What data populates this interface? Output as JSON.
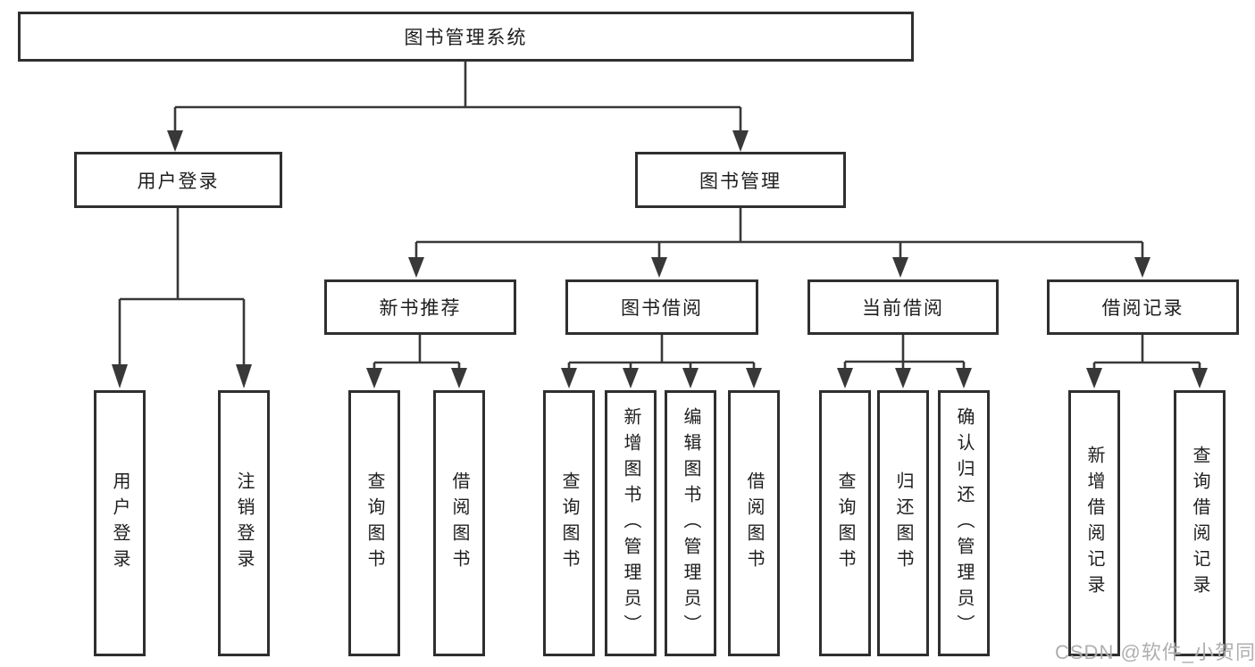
{
  "diagram_type": "hierarchy-tree",
  "watermark": "CSDN @软件_小贺同学",
  "colors": {
    "background": "#ffffff",
    "box_border": "#2f2f2f",
    "connector_line": "#383838",
    "text": "#1e1e1e",
    "watermark_text": "#a4a4a4"
  },
  "tree": {
    "root": "图书管理系统",
    "level2": [
      {
        "label": "用户登录",
        "children": [
          "用户登录",
          "注销登录"
        ]
      },
      {
        "label": "图书管理"
      }
    ],
    "level3": [
      {
        "label": "新书推荐",
        "children": [
          "查询图书",
          "借阅图书"
        ]
      },
      {
        "label": "图书借阅",
        "children": [
          "查询图书",
          "新增图书（管理员）",
          "编辑图书（管理员）",
          "借阅图书"
        ]
      },
      {
        "label": "当前借阅",
        "children": [
          "查询图书",
          "归还图书",
          "确认归还（管理员）"
        ]
      },
      {
        "label": "借阅记录",
        "children": [
          "新增借阅记录",
          "查询借阅记录"
        ]
      }
    ]
  }
}
